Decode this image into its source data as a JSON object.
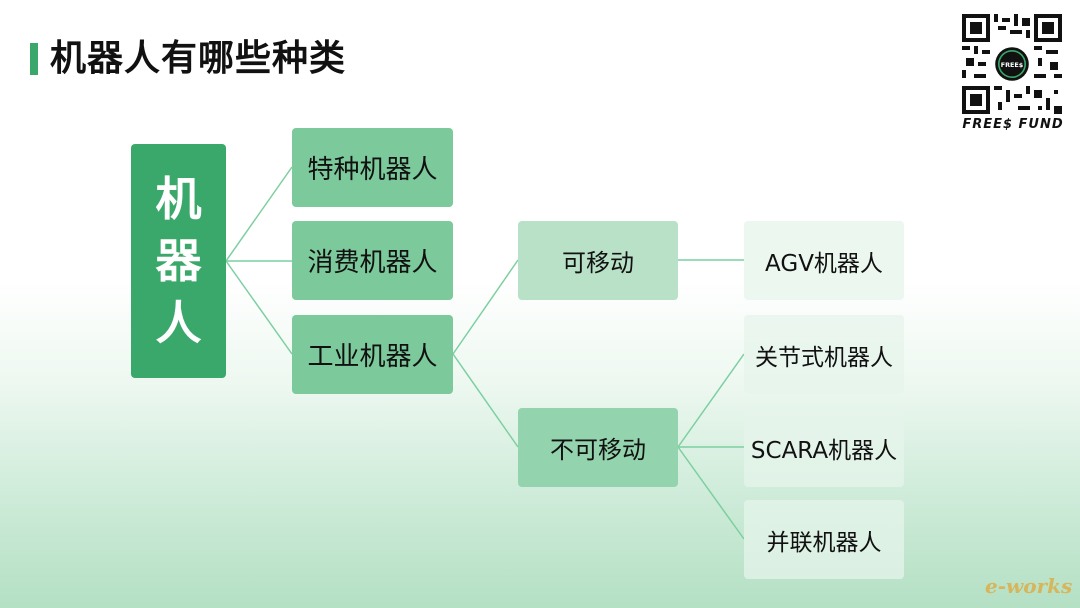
{
  "page": {
    "title": "机器人有哪些种类"
  },
  "brand": {
    "label": "FREE$ FUND",
    "qr_badge": "FREE$"
  },
  "watermark": "e-works",
  "diagram": {
    "root": "机器人",
    "level1": [
      "特种机器人",
      "消费机器人",
      "工业机器人"
    ],
    "level2": [
      "可移动",
      "不可移动"
    ],
    "level3_mobile": [
      "AGV机器人"
    ],
    "level3_fixed": [
      "关节式机器人",
      "SCARA机器人",
      "并联机器人"
    ]
  },
  "colors": {
    "accent": "#3aa86a",
    "line": "#7ccfa0"
  }
}
